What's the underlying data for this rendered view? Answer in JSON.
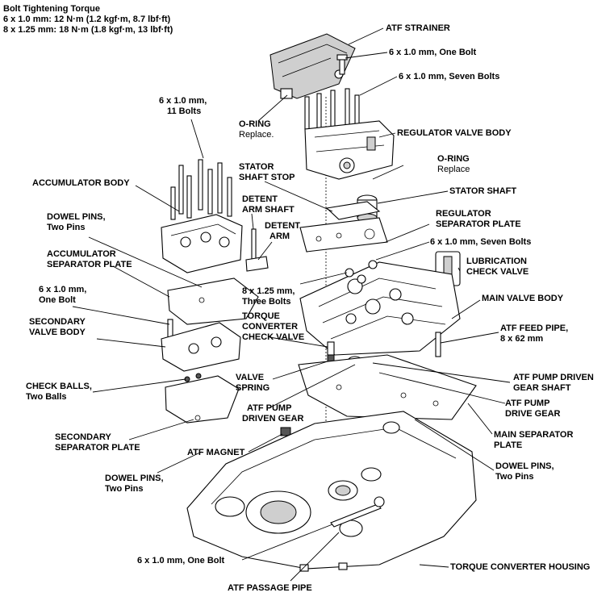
{
  "torque": {
    "title": "Bolt Tightening Torque",
    "line1": "6 x 1.0 mm: 12 N·m (1.2 kgf·m, 8.7 lbf·ft)",
    "line2": "8 x 1.25 mm: 18 N·m (1.8 kgf·m, 13 lbf·ft)"
  },
  "labels": {
    "atf_strainer": "ATF STRAINER",
    "bolt_one_top": "6 x 1.0 mm, One Bolt",
    "bolt_seven_top": "6 x 1.0 mm, Seven Bolts",
    "bolts_11_a": "6 x 1.0 mm,",
    "bolts_11_b": "11 Bolts",
    "oring1": "O-RING",
    "oring1_sub": "Replace.",
    "regulator_valve_body": "REGULATOR VALVE BODY",
    "oring2": "O-RING",
    "oring2_sub": "Replace",
    "stator_shaft_stop_a": "STATOR",
    "stator_shaft_stop_b": "SHAFT STOP",
    "stator_shaft": "STATOR SHAFT",
    "accumulator_body": "ACCUMULATOR BODY",
    "detent_arm_shaft_a": "DETENT",
    "detent_arm_shaft_b": "ARM SHAFT",
    "detent_arm_a": "DETENT",
    "detent_arm_b": "ARM",
    "regulator_sep_a": "REGULATOR",
    "regulator_sep_b": "SEPARATOR PLATE",
    "dowel_top_a": "DOWEL PINS,",
    "dowel_top_b": "Two Pins",
    "bolt_seven_mid": "6 x 1.0 mm, Seven Bolts",
    "accum_sep_a": "ACCUMULATOR",
    "accum_sep_b": "SEPARATOR PLATE",
    "lube_check_a": "LUBRICATION",
    "lube_check_b": "CHECK VALVE",
    "bolt_one_left_a": "6 x 1.0 mm,",
    "bolt_one_left_b": "One Bolt",
    "three_bolts_a": "8 x 1.25 mm,",
    "three_bolts_b": "Three Bolts",
    "main_valve_body": "MAIN VALVE BODY",
    "torque_conv_check_a": "TORQUE",
    "torque_conv_check_b": "CONVERTER",
    "torque_conv_check_c": "CHECK VALVE",
    "secondary_valve_a": "SECONDARY",
    "secondary_valve_b": "VALVE BODY",
    "atf_feed_a": "ATF FEED PIPE,",
    "atf_feed_b": "8 x 62 mm",
    "check_balls_a": "CHECK BALLS,",
    "check_balls_b": "Two Balls",
    "valve_spring_a": "VALVE",
    "valve_spring_b": "SPRING",
    "pump_driven_shaft_a": "ATF PUMP DRIVEN",
    "pump_driven_shaft_b": "GEAR SHAFT",
    "pump_driven_gear_a": "ATF PUMP",
    "pump_driven_gear_b": "DRIVEN GEAR",
    "pump_drive_gear_a": "ATF PUMP",
    "pump_drive_gear_b": "DRIVE GEAR",
    "secondary_sep_a": "SECONDARY",
    "secondary_sep_b": "SEPARATOR PLATE",
    "main_sep_a": "MAIN SEPARATOR",
    "main_sep_b": "PLATE",
    "atf_magnet": "ATF MAGNET",
    "dowel_bl_a": "DOWEL PINS,",
    "dowel_bl_b": "Two Pins",
    "dowel_br_a": "DOWEL PINS,",
    "dowel_br_b": "Two Pins",
    "bolt_one_bottom": "6 x 1.0 mm, One Bolt",
    "torque_conv_housing": "TORQUE CONVERTER HOUSING",
    "atf_passage_pipe": "ATF PASSAGE PIPE"
  }
}
